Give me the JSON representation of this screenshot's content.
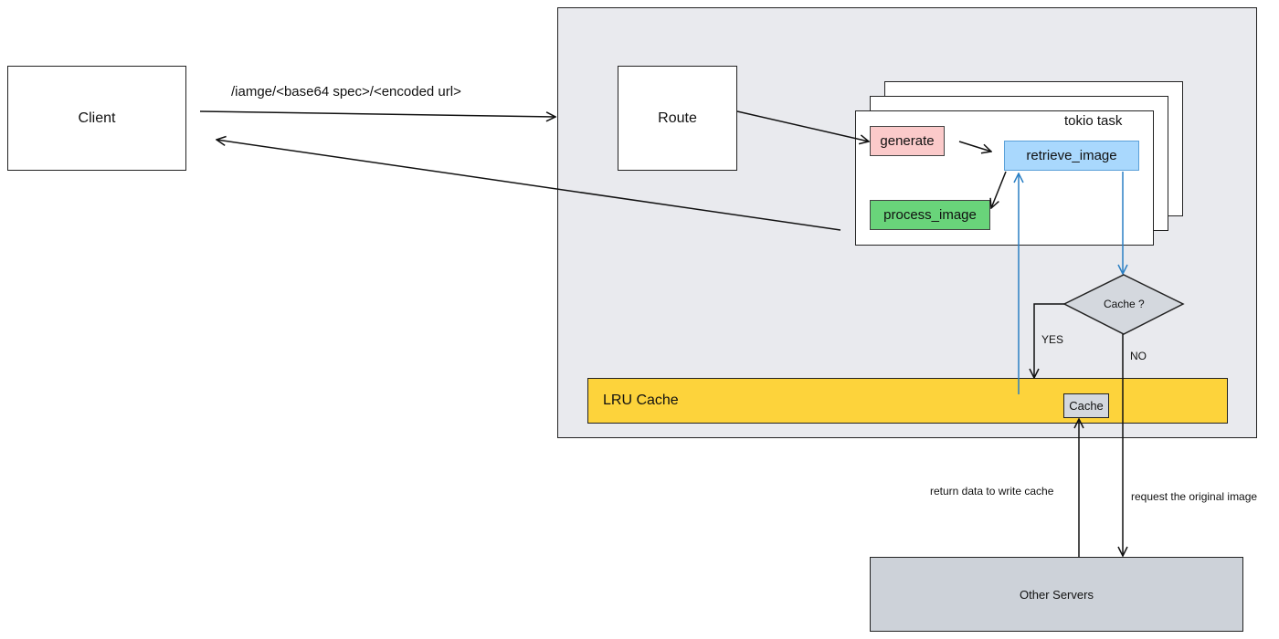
{
  "client": {
    "label": "Client"
  },
  "request": {
    "label": "/iamge/<base64 spec>/<encoded url>"
  },
  "route": {
    "label": "Route"
  },
  "task": {
    "title": "tokio task",
    "generate": "generate",
    "retrieve_image": "retrieve_image",
    "process_image": "process_image"
  },
  "decision": {
    "label": "Cache ?",
    "yes": "YES",
    "no": "NO"
  },
  "lru": {
    "label": "LRU Cache",
    "cache_chip": "Cache"
  },
  "other_servers": {
    "label": "Other Servers",
    "return_label": "return data to write cache",
    "request_label": "request the original image"
  },
  "colors": {
    "server_area": "#e9eaee",
    "generate": "#fbcaca",
    "retrieve_image": "#a9d8fd",
    "process_image": "#69d47a",
    "lru_cache": "#fdd33b",
    "decision": "#d4d8de",
    "other_servers": "#cdd2d9",
    "blue_flow": "#2a7fc4"
  }
}
